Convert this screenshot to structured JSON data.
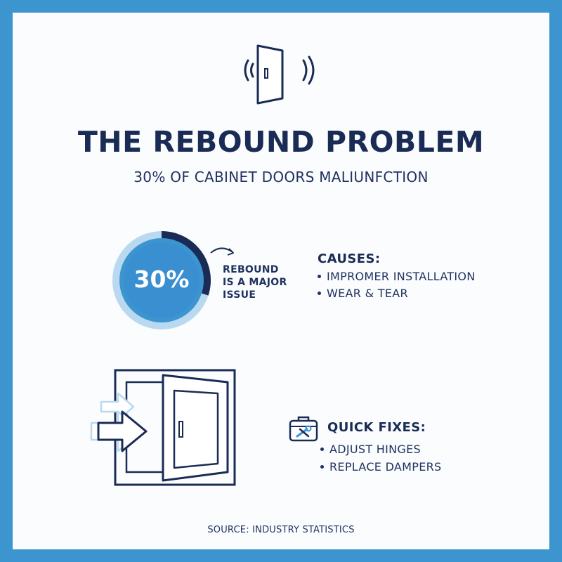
{
  "header": {
    "title": "THE REBOUND PROBLEM",
    "subtitle": "30% OF CABINET DOORS MALIUNFCTION"
  },
  "stat": {
    "value_label": "30%",
    "fraction": 0.3,
    "callout_lines": [
      "REBOUND",
      "IS A MAJOR",
      "ISSUE"
    ]
  },
  "causes": {
    "title": "CAUSES:",
    "items": [
      "IMPROMER INSTALLATION",
      "WEAR & TEAR"
    ]
  },
  "fixes": {
    "title": "QUICK FIXES:",
    "items": [
      "ADJUST HINGES",
      "REPLACE DAMPERS"
    ]
  },
  "footer": {
    "source": "SOURCE: INDUSTRY STATISTICS"
  },
  "colors": {
    "frame": "#3d95d0",
    "navy": "#1a2c55",
    "donut_accent": "#1a2c55",
    "donut_light": "#b9d9f1",
    "donut_mid": "#3d95d0",
    "donut_center": "#3a8fd0"
  },
  "icons": {
    "header": "door-rebound-icon",
    "door": "door-push-icon",
    "toolbox": "toolbox-icon"
  }
}
